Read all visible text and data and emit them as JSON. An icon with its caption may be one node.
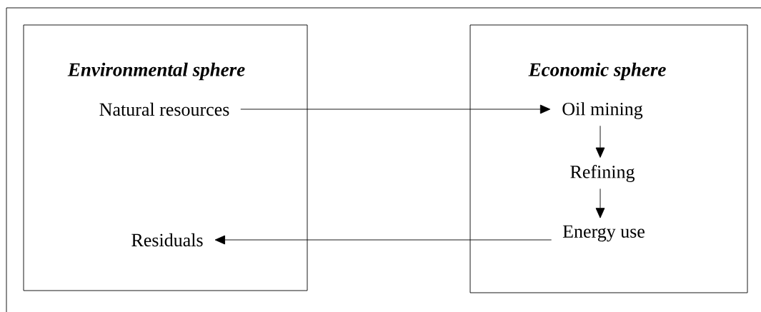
{
  "diagram": {
    "nodes": [
      {
        "text": [
          "Environmental sphere"
        ]
      },
      {
        "text": [
          "Natural resources"
        ],
        "in": 0
      },
      {
        "text": [
          "Residuals"
        ],
        "in": 0
      },
      {
        "text": [
          "Economic sphere"
        ]
      },
      {
        "text": [
          "Oil mining"
        ],
        "in": 3
      },
      {
        "text": [
          "Refining"
        ],
        "in": 3
      },
      {
        "text": [
          "Energy use"
        ],
        "in": 3
      }
    ],
    "edges": [
      {
        "from": 1,
        "to": 4,
        "arrow": "to"
      },
      {
        "from": 4,
        "to": 5,
        "arrow": "to"
      },
      {
        "from": 5,
        "to": 6,
        "arrow": "to"
      },
      {
        "from": 6,
        "to": 2,
        "arrow": "to"
      }
    ]
  }
}
